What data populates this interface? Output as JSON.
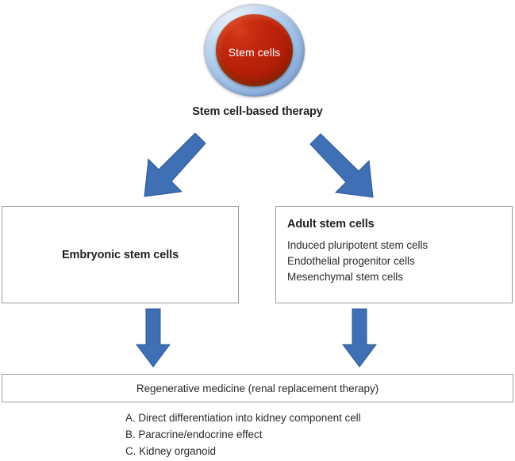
{
  "diagram": {
    "title": "Stem cell-based therapy flow diagram",
    "accent_blue": "#3f6fb5",
    "cell_red": "#b51f08",
    "cell_ring_blue": "#a8c6e8",
    "box_border": "#9a9a9a",
    "text_color": "#231f20"
  },
  "root_node": {
    "label": "Stem cells",
    "caption": "Stem cell-based therapy"
  },
  "branches": [
    {
      "id": "embryonic",
      "title": "Embryonic stem cells",
      "items": []
    },
    {
      "id": "adult",
      "title": "Adult stem cells",
      "items": [
        "Induced pluripotent stem cells",
        "Endothelial progenitor cells",
        "Mesenchymal stem cells"
      ]
    }
  ],
  "outcome": {
    "title": "Regenerative medicine (renal replacement therapy)",
    "items": [
      "A. Direct differentiation into kidney component cell",
      "B. Paracrine/endocrine effect",
      "C. Kidney organoid"
    ]
  },
  "arrows": [
    {
      "name": "arrow-to-embryonic",
      "direction": "down-left"
    },
    {
      "name": "arrow-to-adult",
      "direction": "down-right"
    },
    {
      "name": "arrow-embryonic-to-outcome",
      "direction": "down"
    },
    {
      "name": "arrow-adult-to-outcome",
      "direction": "down"
    }
  ]
}
